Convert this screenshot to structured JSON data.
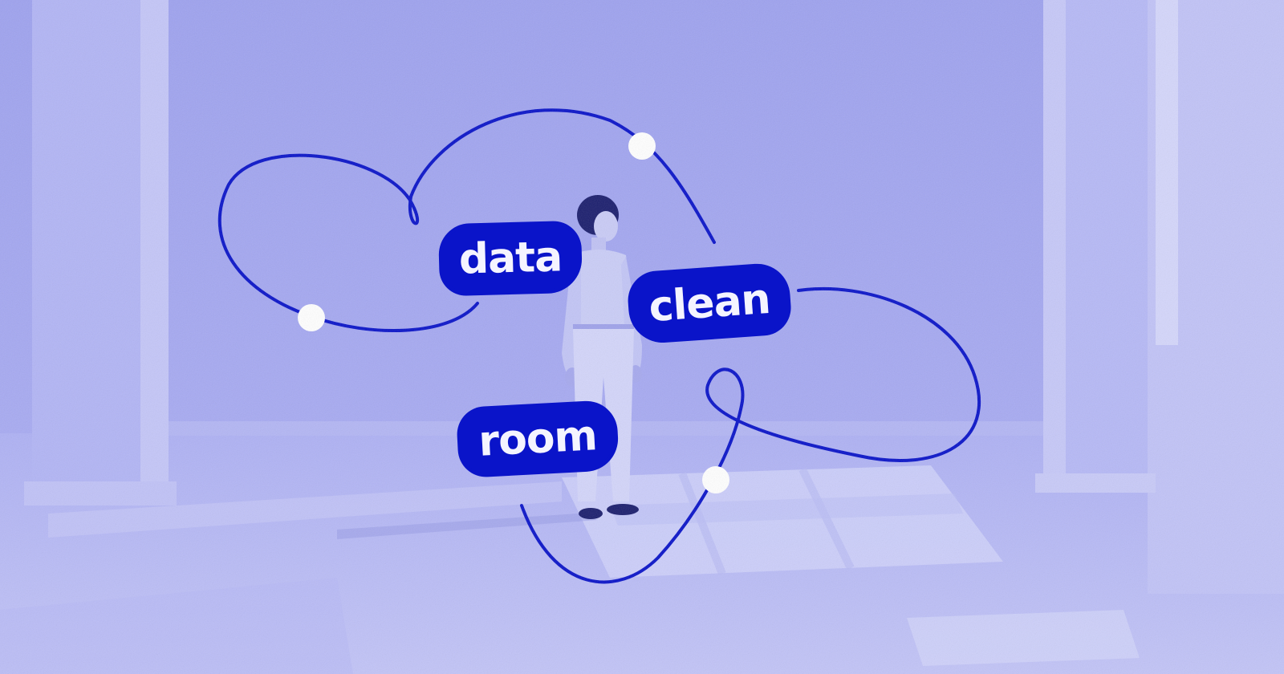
{
  "labels": {
    "data": "data",
    "clean": "clean",
    "room": "room"
  },
  "colors": {
    "background": "#a9acf2",
    "wall": "#9fa3ee",
    "floor": "#b9bcf5",
    "light_patch": "#d2d4fa",
    "accent_line": "#0a14c9",
    "pill_background": "#0a14c9",
    "pill_text": "#f4f4ff",
    "node_dot": "#ffffff",
    "figure": "#c9cbf6",
    "figure_dark": "#1b1e6e"
  },
  "icons": {
    "nodes": "white-circle-node",
    "curve": "looping-line"
  }
}
